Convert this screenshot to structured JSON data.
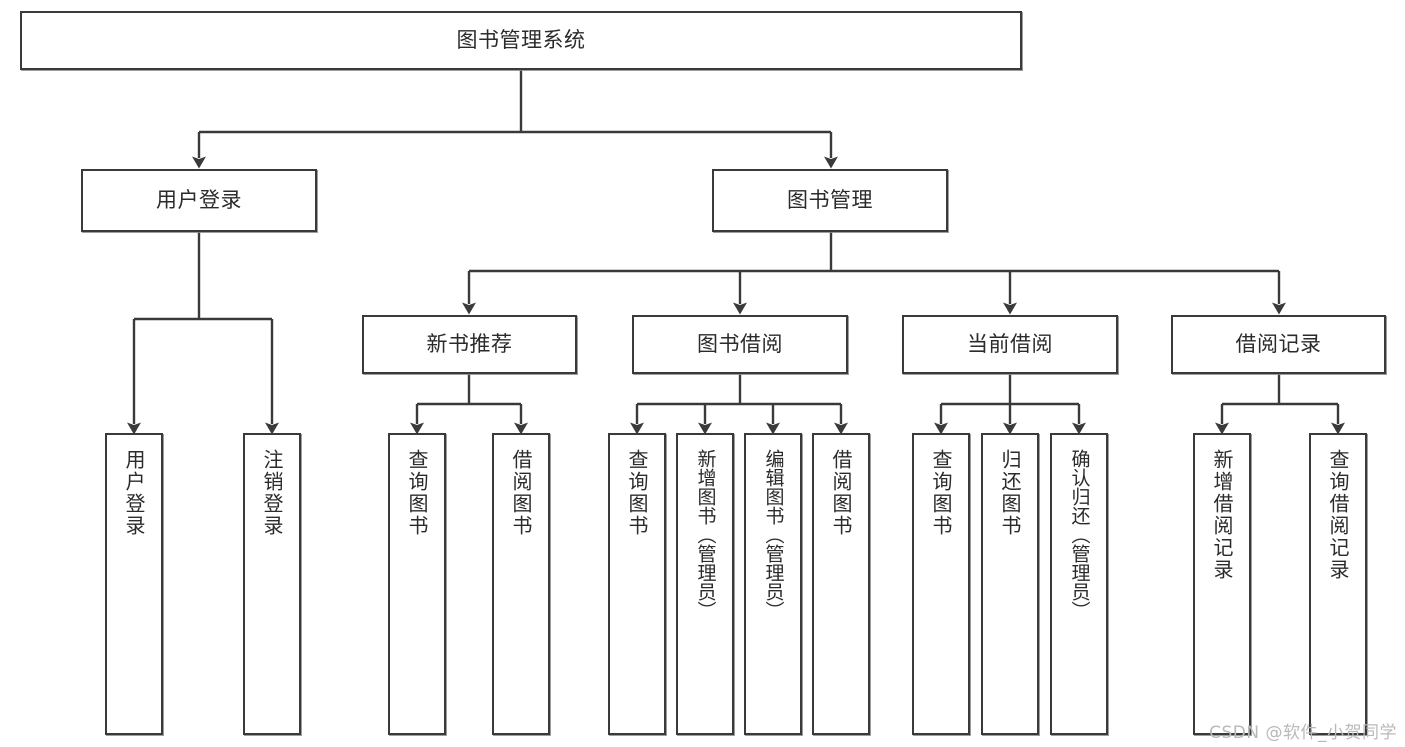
{
  "diagram": {
    "type": "tree-hierarchy",
    "orientation": "top-down",
    "root": {
      "id": "root",
      "label": "图书管理系统"
    },
    "level2": [
      {
        "id": "user-login",
        "label": "用户登录"
      },
      {
        "id": "book-manage",
        "label": "图书管理"
      }
    ],
    "level3": [
      {
        "id": "new-book-recommend",
        "label": "新书推荐",
        "parent": "book-manage"
      },
      {
        "id": "book-borrow",
        "label": "图书借阅",
        "parent": "book-manage"
      },
      {
        "id": "current-borrow",
        "label": "当前借阅",
        "parent": "book-manage"
      },
      {
        "id": "borrow-record",
        "label": "借阅记录",
        "parent": "book-manage"
      }
    ],
    "leaves": [
      {
        "id": "leaf-user-login",
        "label": "用户登录",
        "parent": "user-login"
      },
      {
        "id": "leaf-user-logout",
        "label": "注销登录",
        "parent": "user-login"
      },
      {
        "id": "leaf-query-book-1",
        "label": "查询图书",
        "parent": "new-book-recommend"
      },
      {
        "id": "leaf-borrow-book-1",
        "label": "借阅图书",
        "parent": "new-book-recommend"
      },
      {
        "id": "leaf-query-book-2",
        "label": "查询图书",
        "parent": "book-borrow"
      },
      {
        "id": "leaf-add-book",
        "label": "新增图书（管理员）",
        "parent": "book-borrow"
      },
      {
        "id": "leaf-edit-book",
        "label": "编辑图书（管理员）",
        "parent": "book-borrow"
      },
      {
        "id": "leaf-borrow-book-2",
        "label": "借阅图书",
        "parent": "book-borrow"
      },
      {
        "id": "leaf-query-book-3",
        "label": "查询图书",
        "parent": "current-borrow"
      },
      {
        "id": "leaf-return-book",
        "label": "归还图书",
        "parent": "current-borrow"
      },
      {
        "id": "leaf-confirm-return",
        "label": "确认归还（管理员）",
        "parent": "current-borrow"
      },
      {
        "id": "leaf-add-record",
        "label": "新增借阅记录",
        "parent": "borrow-record"
      },
      {
        "id": "leaf-query-record",
        "label": "查询借阅记录",
        "parent": "borrow-record"
      }
    ]
  },
  "watermark": {
    "text": "CSDN @软件_小贺同学"
  },
  "colors": {
    "stroke": "#3a3a3a",
    "box_fill": "#ffffff",
    "text": "#2b2b2b",
    "watermark": "#b9b9b9",
    "background": "#ffffff"
  }
}
